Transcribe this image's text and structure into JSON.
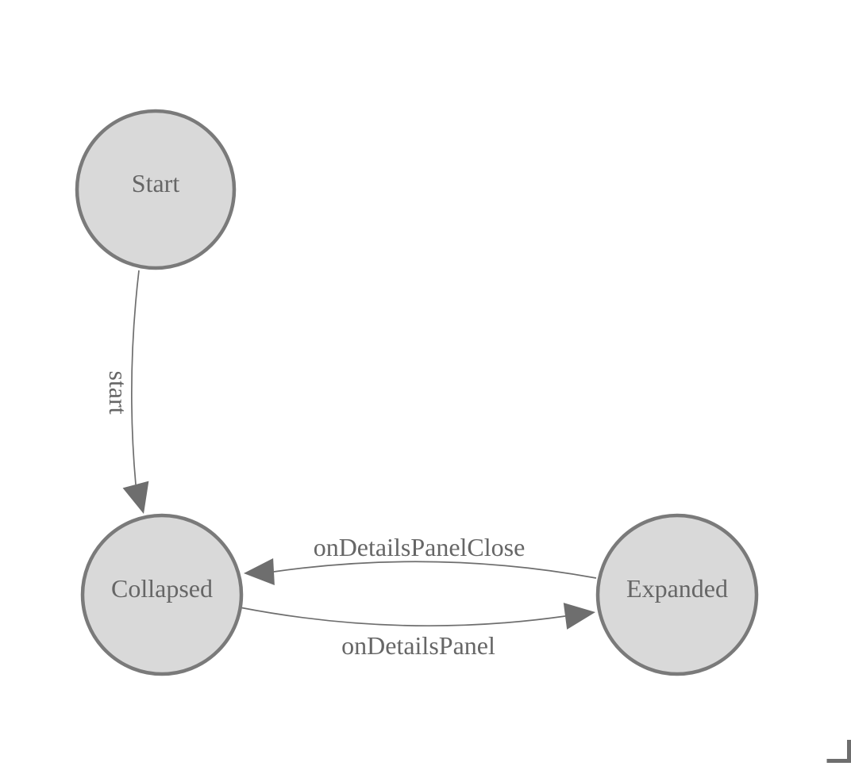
{
  "diagram": {
    "type": "state-machine-diagram",
    "colors": {
      "background": "#ffffff",
      "node-fill": "#d9d9d9",
      "node-stroke": "#7a7a7a",
      "edge-color": "#6e6e6e",
      "text-color": "#666666"
    },
    "nodes": [
      {
        "id": "Start",
        "label": "Start"
      },
      {
        "id": "Collapsed",
        "label": "Collapsed"
      },
      {
        "id": "Expanded",
        "label": "Expanded"
      }
    ],
    "edges": [
      {
        "from": "Start",
        "to": "Collapsed",
        "label": "start"
      },
      {
        "from": "Expanded",
        "to": "Collapsed",
        "label": "onDetailsPanelClose"
      },
      {
        "from": "Collapsed",
        "to": "Expanded",
        "label": "onDetailsPanel"
      }
    ]
  }
}
